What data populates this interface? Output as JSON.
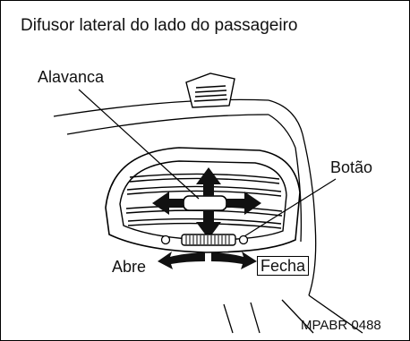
{
  "title": "Difusor lateral do lado do passageiro",
  "labels": {
    "lever": "Alavanca",
    "button": "Botão",
    "open": "Abre",
    "close": "Fecha"
  },
  "figure_code": "MPABR 0488"
}
